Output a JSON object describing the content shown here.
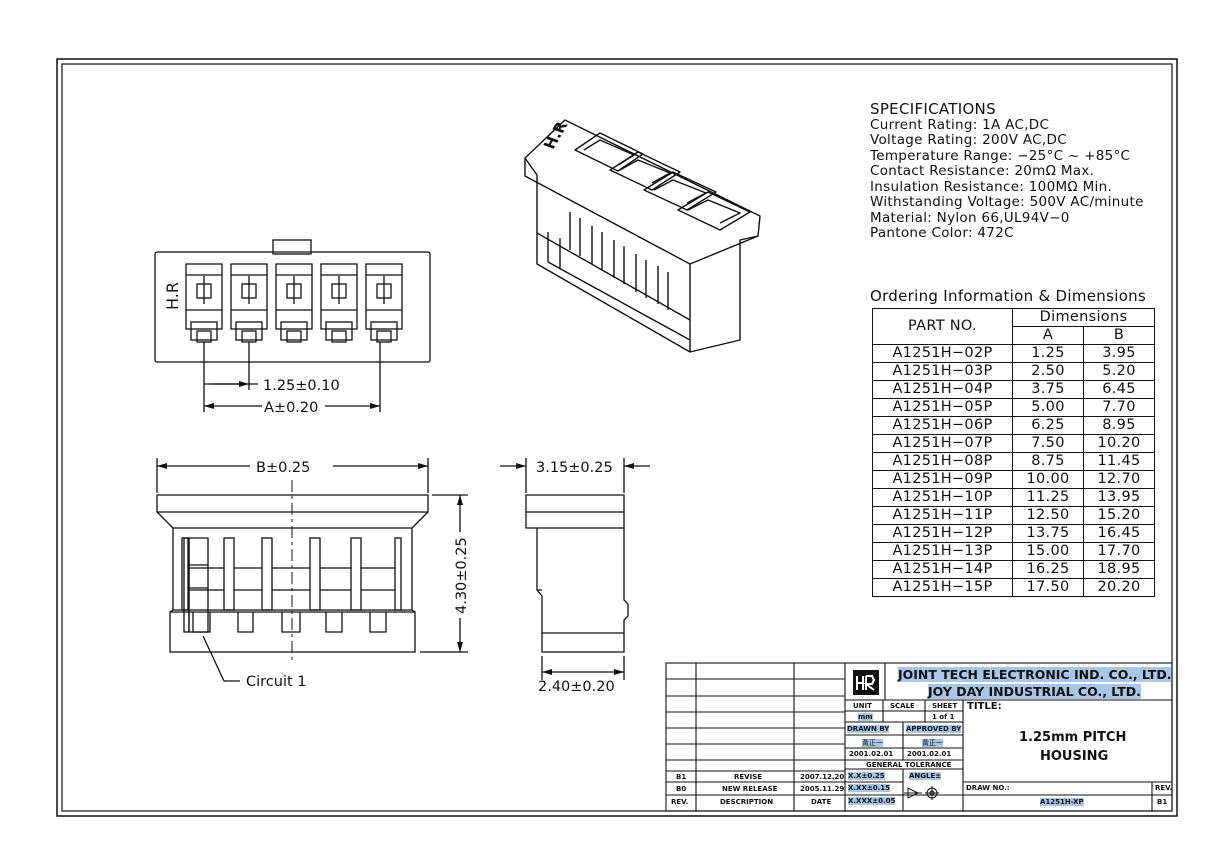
{
  "specifications": {
    "heading": "SPECIFICATIONS",
    "lines": [
      "Current Rating: 1A AC,DC",
      "Voltage Rating: 200V AC,DC",
      "Temperature Range: −25°C ~ +85°C",
      "Contact Resistance: 20mΩ Max.",
      "Insulation Resistance: 100MΩ Min.",
      "Withstanding Voltage: 500V AC/minute",
      "Material: Nylon 66,UL94V−0",
      "Pantone Color: 472C"
    ]
  },
  "ordering": {
    "title": "Ordering Information & Dimensions",
    "part_header": "PART NO.",
    "dim_header": "Dimensions",
    "col_a": "A",
    "col_b": "B",
    "rows": [
      {
        "part": "A1251H−02P",
        "a": "1.25",
        "b": "3.95"
      },
      {
        "part": "A1251H−03P",
        "a": "2.50",
        "b": "5.20"
      },
      {
        "part": "A1251H−04P",
        "a": "3.75",
        "b": "6.45"
      },
      {
        "part": "A1251H−05P",
        "a": "5.00",
        "b": "7.70"
      },
      {
        "part": "A1251H−06P",
        "a": "6.25",
        "b": "8.95"
      },
      {
        "part": "A1251H−07P",
        "a": "7.50",
        "b": "10.20"
      },
      {
        "part": "A1251H−08P",
        "a": "8.75",
        "b": "11.45"
      },
      {
        "part": "A1251H−09P",
        "a": "10.00",
        "b": "12.70"
      },
      {
        "part": "A1251H−10P",
        "a": "11.25",
        "b": "13.95"
      },
      {
        "part": "A1251H−11P",
        "a": "12.50",
        "b": "15.20"
      },
      {
        "part": "A1251H−12P",
        "a": "13.75",
        "b": "16.45"
      },
      {
        "part": "A1251H−13P",
        "a": "15.00",
        "b": "17.70"
      },
      {
        "part": "A1251H−14P",
        "a": "16.25",
        "b": "18.95"
      },
      {
        "part": "A1251H−15P",
        "a": "17.50",
        "b": "20.20"
      }
    ]
  },
  "drawing": {
    "brand_mark_top": "H.R",
    "brand_mark_side": "H.R",
    "pitch_dim": "1.25±0.10",
    "a_dim": "A±0.20",
    "b_dim": "B±0.25",
    "height_dim": "4.30±0.25",
    "depth_dim": "3.15±0.25",
    "width_dim": "2.40±0.20",
    "circuit_label": "Circuit 1"
  },
  "title_block": {
    "company_1": "JOINT TECH ELECTRONIC IND. CO., LTD.",
    "company_2": "JOY DAY INDUSTRIAL CO., LTD.",
    "unit_label": "UNIT",
    "unit_value": "mm",
    "scale_label": "SCALE",
    "sheet_label": "SHEET",
    "sheet_value": "1 of 1",
    "title_label": "TITLE:",
    "title_line_1": "1.25mm PITCH",
    "title_line_2": "HOUSING",
    "drawn_by_label": "DRAWN BY",
    "drawn_by_name": "黃正一",
    "drawn_by_date": "2001.02.01",
    "approved_by_label": "APPROVED BY",
    "approved_by_name": "黃正一",
    "approved_by_date": "2001.02.01",
    "general_tolerance_label": "GENERAL TOLERANCE",
    "tol_1": "X.X±0.25",
    "tol_2": "X.XX±0.15",
    "tol_3": "X.XXX±0.05",
    "angle_label": "ANGLE±",
    "draw_no_label": "DRAW NO.:",
    "draw_no_value": "A1251H-XP",
    "rev_label": "REV.",
    "rev_value": "B1",
    "revisions": [
      {
        "rev": "B1",
        "description": "REVISE",
        "date": "2007.12.20"
      },
      {
        "rev": "B0",
        "description": "NEW RELEASE",
        "date": "2005.11.29"
      }
    ],
    "rev_header": "REV.",
    "description_header": "DESCRIPTION",
    "date_header": "DATE"
  }
}
